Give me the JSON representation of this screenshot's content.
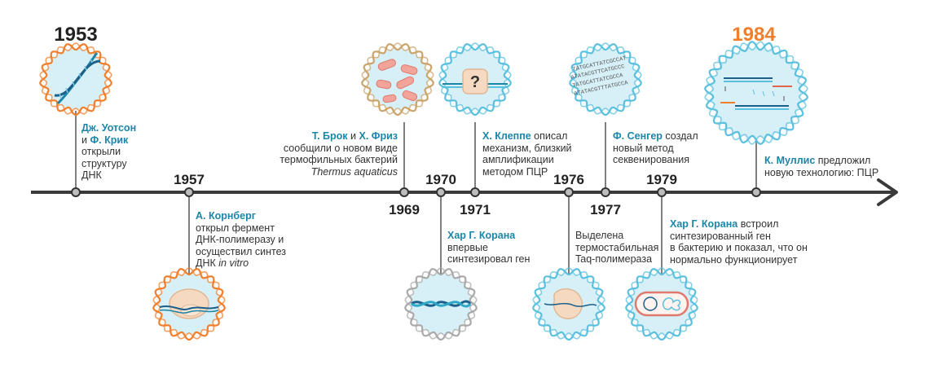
{
  "events": [
    {
      "year": "1953",
      "hl1": "Дж. Уотсон",
      "t1": "и",
      "hl2": "Ф. Крик",
      "l3": "открыли",
      "l4": "структуру",
      "l5": "ДНК"
    },
    {
      "year": "1957",
      "hl1": "А. Корнберг",
      "l2": "открыл фермент",
      "l3": "ДНК-полимеразу и",
      "l4": "осуществил синтез",
      "l5a": "ДНК ",
      "l5b": "in vitro"
    },
    {
      "year": "1969",
      "hl1": "Т. Брок",
      "t1": " и ",
      "hl2": "Х. Фриз",
      "l2": "сообщили о новом виде",
      "l3": "термофильных бактерий",
      "l4": "Thermus aquaticus"
    },
    {
      "year": "1970",
      "hl1": "Хар Г. Корана",
      "l2": "впервые",
      "l3": "синтезировал ген"
    },
    {
      "year": "1971",
      "hl1": "Х. Клеппе",
      "t1": " описал",
      "l2": "механизм, близкий",
      "l3": "амплификации",
      "l4": "методом ПЦР"
    },
    {
      "year": "1976",
      "l1": "Выделена",
      "l2": "термостабильная",
      "l3": "Taq-полимераза"
    },
    {
      "year": "1977",
      "hl1": "Ф. Сенгер",
      "t1": " создал",
      "l2": "новый метод",
      "l3": "секвенирования"
    },
    {
      "year": "1979",
      "hl1": "Хар Г. Корана",
      "t1": " встроил",
      "l2": "синтезированный ген",
      "l3": "в бактерию и показал, что он",
      "l4": "нормально функционирует"
    },
    {
      "year": "1984",
      "hl1": "К. Муллис",
      "t1": " предложил",
      "l2": "новую технологию: ПЦР"
    }
  ],
  "seq_text": {
    "l1": "TATGCATTATCGCCAT",
    "l2": "ATATACGTTCATGCCC",
    "l3": "TATGCATTATCGCCA",
    "l4": "ATATACGTTTATGCCA"
  },
  "question_mark": "?",
  "colors": {
    "accent": "#f07f2d",
    "teal": "#1c86a8",
    "axis": "#3a3a3a",
    "blue_ring": "#5bc0de",
    "gray_ring": "#a9a9a9",
    "tan_ring": "#c9a46b"
  }
}
